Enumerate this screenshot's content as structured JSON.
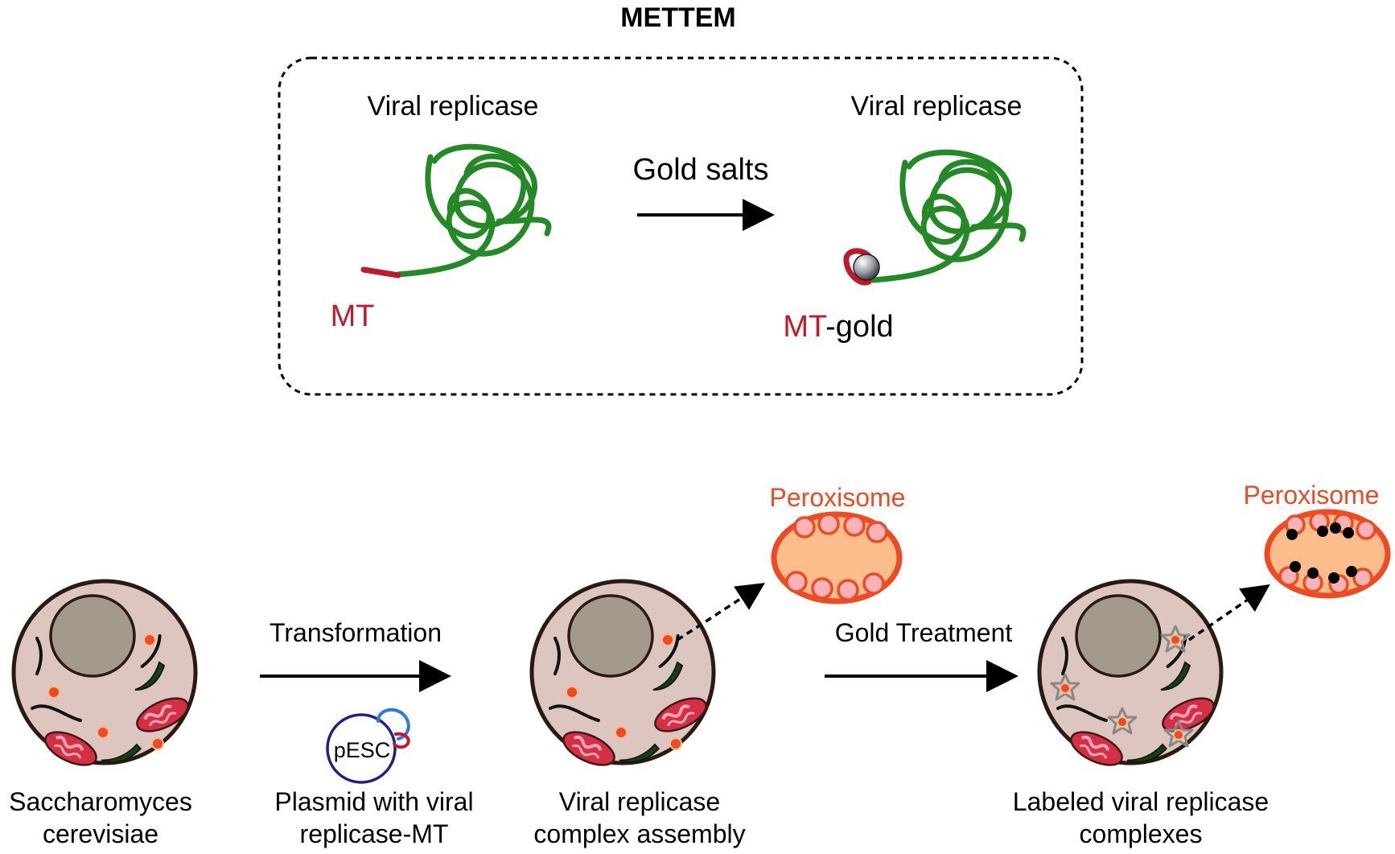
{
  "figure": {
    "title": "METTEM",
    "panel_top": {
      "left_protein_label": "Viral replicase",
      "right_protein_label": "Viral replicase",
      "reaction_label": "Gold salts",
      "tag_label": "MT",
      "tag_gold_prefix": "MT",
      "tag_gold_suffix": "-gold"
    },
    "workflow": {
      "cell1_label_line1": "Saccharomyces",
      "cell1_label_line2": "cerevisiae",
      "step1_label": "Transformation",
      "plasmid_name": "pESC",
      "plasmid_label_line1": "Plasmid with viral",
      "plasmid_label_line2": "replicase-MT",
      "cell2_label_line1": "Viral replicase",
      "cell2_label_line2": "complex assembly",
      "step2_label": "Gold Treatment",
      "cell3_label_line1": "Labeled viral replicase",
      "cell3_label_line2": "complexes",
      "peroxisome_label_1": "Peroxisome",
      "peroxisome_label_2": "Peroxisome"
    },
    "colors": {
      "protein_green": "#238a26",
      "mt_red": "#c2182b",
      "peroxisome_orange": "#f04a23",
      "peroxisome_fill": "#fbbd8c",
      "cell_fill": "#dcc6bf",
      "nucleus_fill": "#a39a8c",
      "mito_fill": "#d42f43",
      "plasmid_blue": "#1f1f8f"
    },
    "icons": [
      "gold-particle-icon",
      "plasmid-icon",
      "gold-star-icon"
    ]
  }
}
